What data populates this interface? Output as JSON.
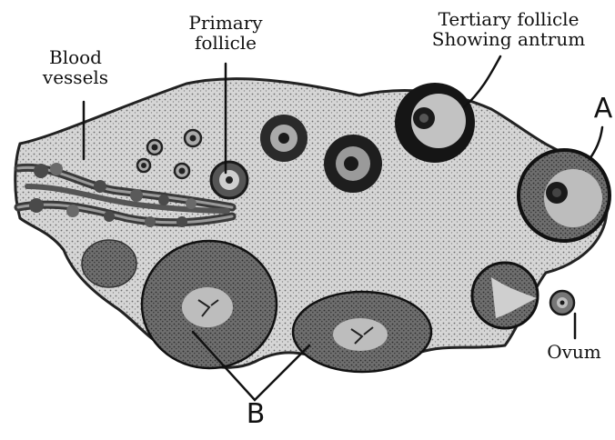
{
  "labels": {
    "blood_vessels_line1": "Blood",
    "blood_vessels_line2": "vessels",
    "primary_follicle_line1": "Primary",
    "primary_follicle_line2": "follicle",
    "tertiary_follicle_line1": "Tertiary follicle",
    "tertiary_follicle_line2": "Showing antrum",
    "label_a": "A",
    "label_b": "B",
    "ovum": "Ovum"
  },
  "colors": {
    "tissue": "#cfcfcf",
    "outline": "#222222",
    "dark_follicle": "#1c1c1c",
    "antrum": "#bdbdbd",
    "corpus": "#8a8a8a",
    "vessel": "#444444"
  }
}
